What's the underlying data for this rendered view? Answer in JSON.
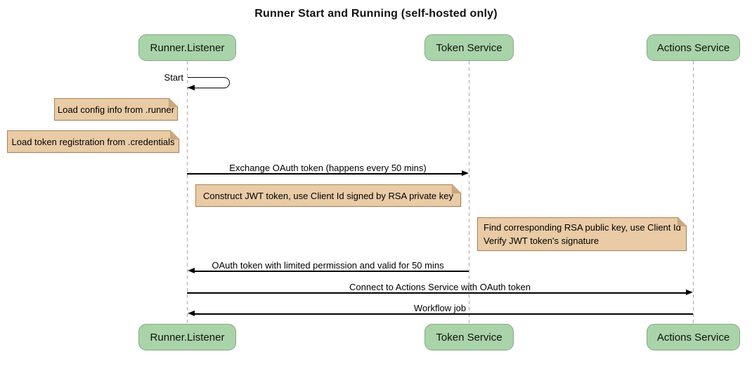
{
  "diagram": {
    "type": "sequence-diagram",
    "title": "Runner Start and Running (self-hosted only)",
    "colors": {
      "participant_fill": "#a9d3a9",
      "participant_border": "#85ab85",
      "note_fill": "#e9cba6",
      "note_border": "#aa8455",
      "lifeline": "#a8a8a8",
      "message": "#000000",
      "bg": "#ffffff"
    },
    "participants": [
      {
        "label": "Runner.Listener"
      },
      {
        "label": "Token Service"
      },
      {
        "label": "Actions Service"
      }
    ],
    "messages": [
      {
        "label": "Start",
        "from": "Runner.Listener",
        "to": "Runner.Listener",
        "kind": "self"
      },
      {
        "label": "Exchange OAuth token (happens every 50 mins)",
        "from": "Runner.Listener",
        "to": "Token Service",
        "kind": "solid"
      },
      {
        "label": "OAuth token with limited permission and valid for 50 mins",
        "from": "Token Service",
        "to": "Runner.Listener",
        "kind": "solid"
      },
      {
        "label": "Connect to Actions Service with OAuth token",
        "from": "Runner.Listener",
        "to": "Actions Service",
        "kind": "solid"
      },
      {
        "label": "Workflow job",
        "from": "Actions Service",
        "to": "Runner.Listener",
        "kind": "solid"
      }
    ],
    "notes": [
      {
        "position": "left of Runner.Listener",
        "lines": [
          "Load config info from .runner"
        ]
      },
      {
        "position": "left of Runner.Listener",
        "lines": [
          "Load token registration from .credentials"
        ]
      },
      {
        "position": "over Runner.Listener,Token Service",
        "lines": [
          "Construct JWT token, use Client Id signed by RSA private key"
        ]
      },
      {
        "position": "left of Actions Service",
        "lines": [
          "Find corresponding RSA public key, use Client Id",
          "Verify JWT token's signature"
        ]
      }
    ]
  }
}
